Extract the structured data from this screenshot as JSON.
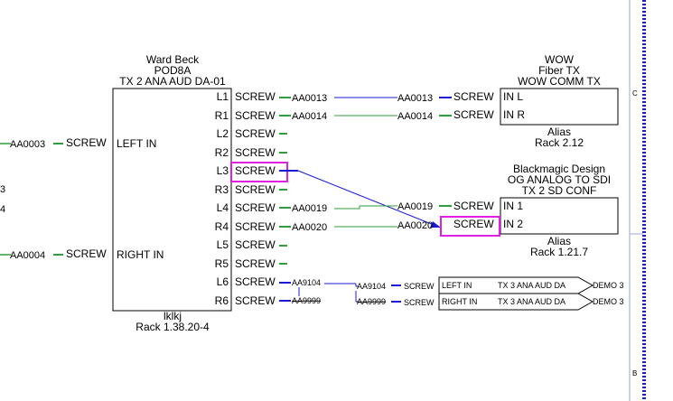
{
  "left_edge": {
    "frag_a": "3",
    "frag_b": "4",
    "cables": [
      "AA0003",
      "AA0004"
    ],
    "screws": [
      "SCREW",
      "SCREW"
    ]
  },
  "main_device": {
    "header_lines": [
      "Ward Beck",
      "POD8A",
      "TX 2 ANA AUD DA-01"
    ],
    "inputs": [
      "LEFT IN",
      "RIGHT IN"
    ],
    "outputs": [
      "L1",
      "R1",
      "L2",
      "R2",
      "L3",
      "R3",
      "L4",
      "R4",
      "L5",
      "R5",
      "L6",
      "R6"
    ],
    "screw_label": "SCREW",
    "footer_lines": [
      "lklkj",
      "Rack 1.38.20-4"
    ]
  },
  "wow_device": {
    "header_lines": [
      "WOW",
      "Fiber TX",
      "WOW COMM TX"
    ],
    "ports": [
      "IN L",
      "IN R"
    ],
    "footer_lines": [
      "Alias",
      "Rack 2.12"
    ]
  },
  "bm_device": {
    "header_lines": [
      "Blackmagic Design",
      "OG ANALOG TO SDI",
      "TX 2 SD CONF"
    ],
    "ports": [
      "IN 1",
      "IN 2"
    ],
    "footer_lines": [
      "Alias",
      "Rack 1.21.7"
    ]
  },
  "connections": {
    "near_l1": "AA0013",
    "near_r1": "AA0014",
    "near_l4": "AA0019",
    "near_r4": "AA0020",
    "far_l1": "AA0013",
    "far_r1": "AA0014",
    "far_l4": "AA0019",
    "far_r4": "AA0020",
    "l6_cable": "AA9104",
    "r6_cable": "AA9999",
    "l6_far": "AA9104",
    "r6_far": "AA9999"
  },
  "signals": [
    {
      "screw": "SCREW",
      "port": "LEFT IN",
      "desc": "TX 3 ANA AUD DA",
      "dest": "DEMO 3"
    },
    {
      "screw": "SCREW",
      "port": "RIGHT IN",
      "desc": "TX 3 ANA AUD DA",
      "dest": "DEMO 3"
    }
  ],
  "right_panel": {
    "marker_top": "C",
    "marker_bottom": "B"
  },
  "colors": {
    "line": "#000000",
    "wire_green": "#2e9e3e",
    "wire_blue": "#1b1bd6",
    "highlight": "#e020e0",
    "page_border": "#1b1bd6"
  }
}
